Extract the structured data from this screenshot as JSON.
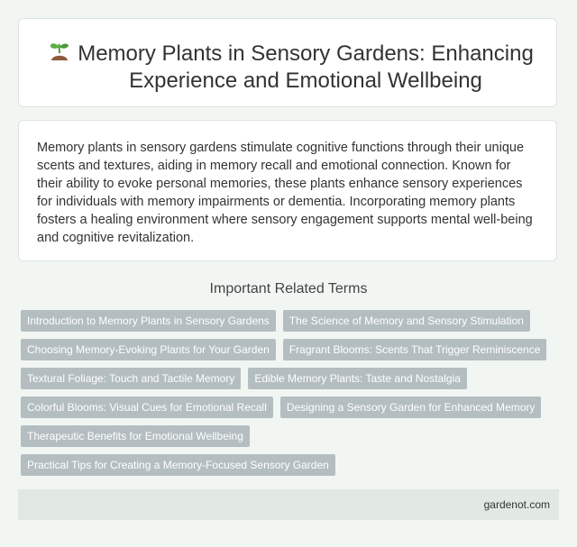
{
  "header": {
    "icon": "sprout-icon",
    "title": "Memory Plants in Sensory Gardens: Enhancing Experience and Emotional Wellbeing"
  },
  "intro": {
    "text": "Memory plants in sensory gardens stimulate cognitive functions through their unique scents and textures, aiding in memory recall and emotional connection. Known for their ability to evoke personal memories, these plants enhance sensory experiences for individuals with memory impairments or dementia. Incorporating memory plants fosters a healing environment where sensory engagement supports mental well-being and cognitive revitalization."
  },
  "related": {
    "heading": "Important Related Terms",
    "terms": [
      "Introduction to Memory Plants in Sensory Gardens",
      "The Science of Memory and Sensory Stimulation",
      "Choosing Memory-Evoking Plants for Your Garden",
      "Fragrant Blooms: Scents That Trigger Reminiscence",
      "Textural Foliage: Touch and Tactile Memory",
      "Edible Memory Plants: Taste and Nostalgia",
      "Colorful Blooms: Visual Cues for Emotional Recall",
      "Designing a Sensory Garden for Enhanced Memory",
      "Therapeutic Benefits for Emotional Wellbeing",
      "Practical Tips for Creating a Memory-Focused Sensory Garden"
    ]
  },
  "footer": {
    "site": "gardenot.com"
  },
  "colors": {
    "tag_background": "#b4bec1",
    "page_background": "#f1f6f3",
    "footer_background": "#e2e9e4"
  }
}
